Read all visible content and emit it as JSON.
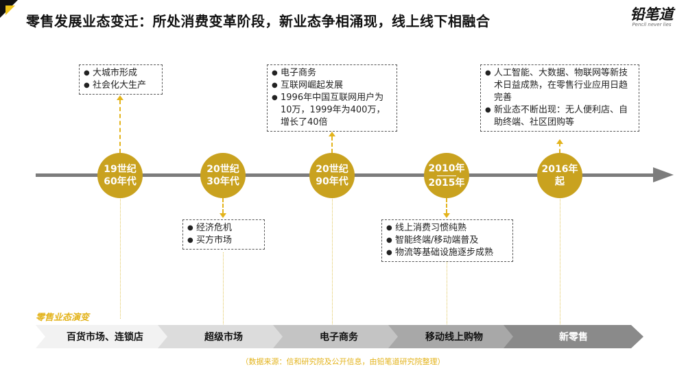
{
  "header": {
    "title": "零售发展业态变迁：所处消费变革阶段，新业态争相涌现，线上线下相融合",
    "logo_main": "铅笔道",
    "logo_sub": "Pencil never lies"
  },
  "timeline": {
    "nodes": [
      {
        "line1": "19世纪",
        "line2": "60年代"
      },
      {
        "line1": "20世纪",
        "line2": "30年代"
      },
      {
        "line1": "20世纪",
        "line2": "90年代"
      },
      {
        "line1": "2010年",
        "line2": "2015年"
      },
      {
        "line1": "2016年",
        "line2": "起"
      }
    ],
    "notes": [
      [
        "大城市形成",
        "社会化大生产"
      ],
      [
        "经济危机",
        "买方市场"
      ],
      [
        "电子商务",
        "互联网崛起发展",
        "1996年中国互联网用户为10万，1999年为400万，增长了40倍"
      ],
      [
        "线上消费习惯纯熟",
        "智能终端/移动端普及",
        "物流等基础设施逐步成熟"
      ],
      [
        "人工智能、大数据、物联网等新技术日益成熟，在零售行业应用日趋完善",
        "新业态不断出现：无人便利店、自助终端、社区团购等"
      ]
    ]
  },
  "evolution": {
    "label": "零售业态演变",
    "stages": [
      "百货市场、连锁店",
      "超级市场",
      "电子商务",
      "移动线上购物",
      "新零售"
    ]
  },
  "source": "（数据来源：信和研究院及公开信息，由铅笔道研究院整理）",
  "colors": {
    "accent": "#c9a21f",
    "arrow": "#e3b31b",
    "axis": "#7c7c7c",
    "stages": [
      "#f2f2f2",
      "#dcdcdc",
      "#c4c4c4",
      "#a8a8a8",
      "#8a8a8a"
    ]
  }
}
